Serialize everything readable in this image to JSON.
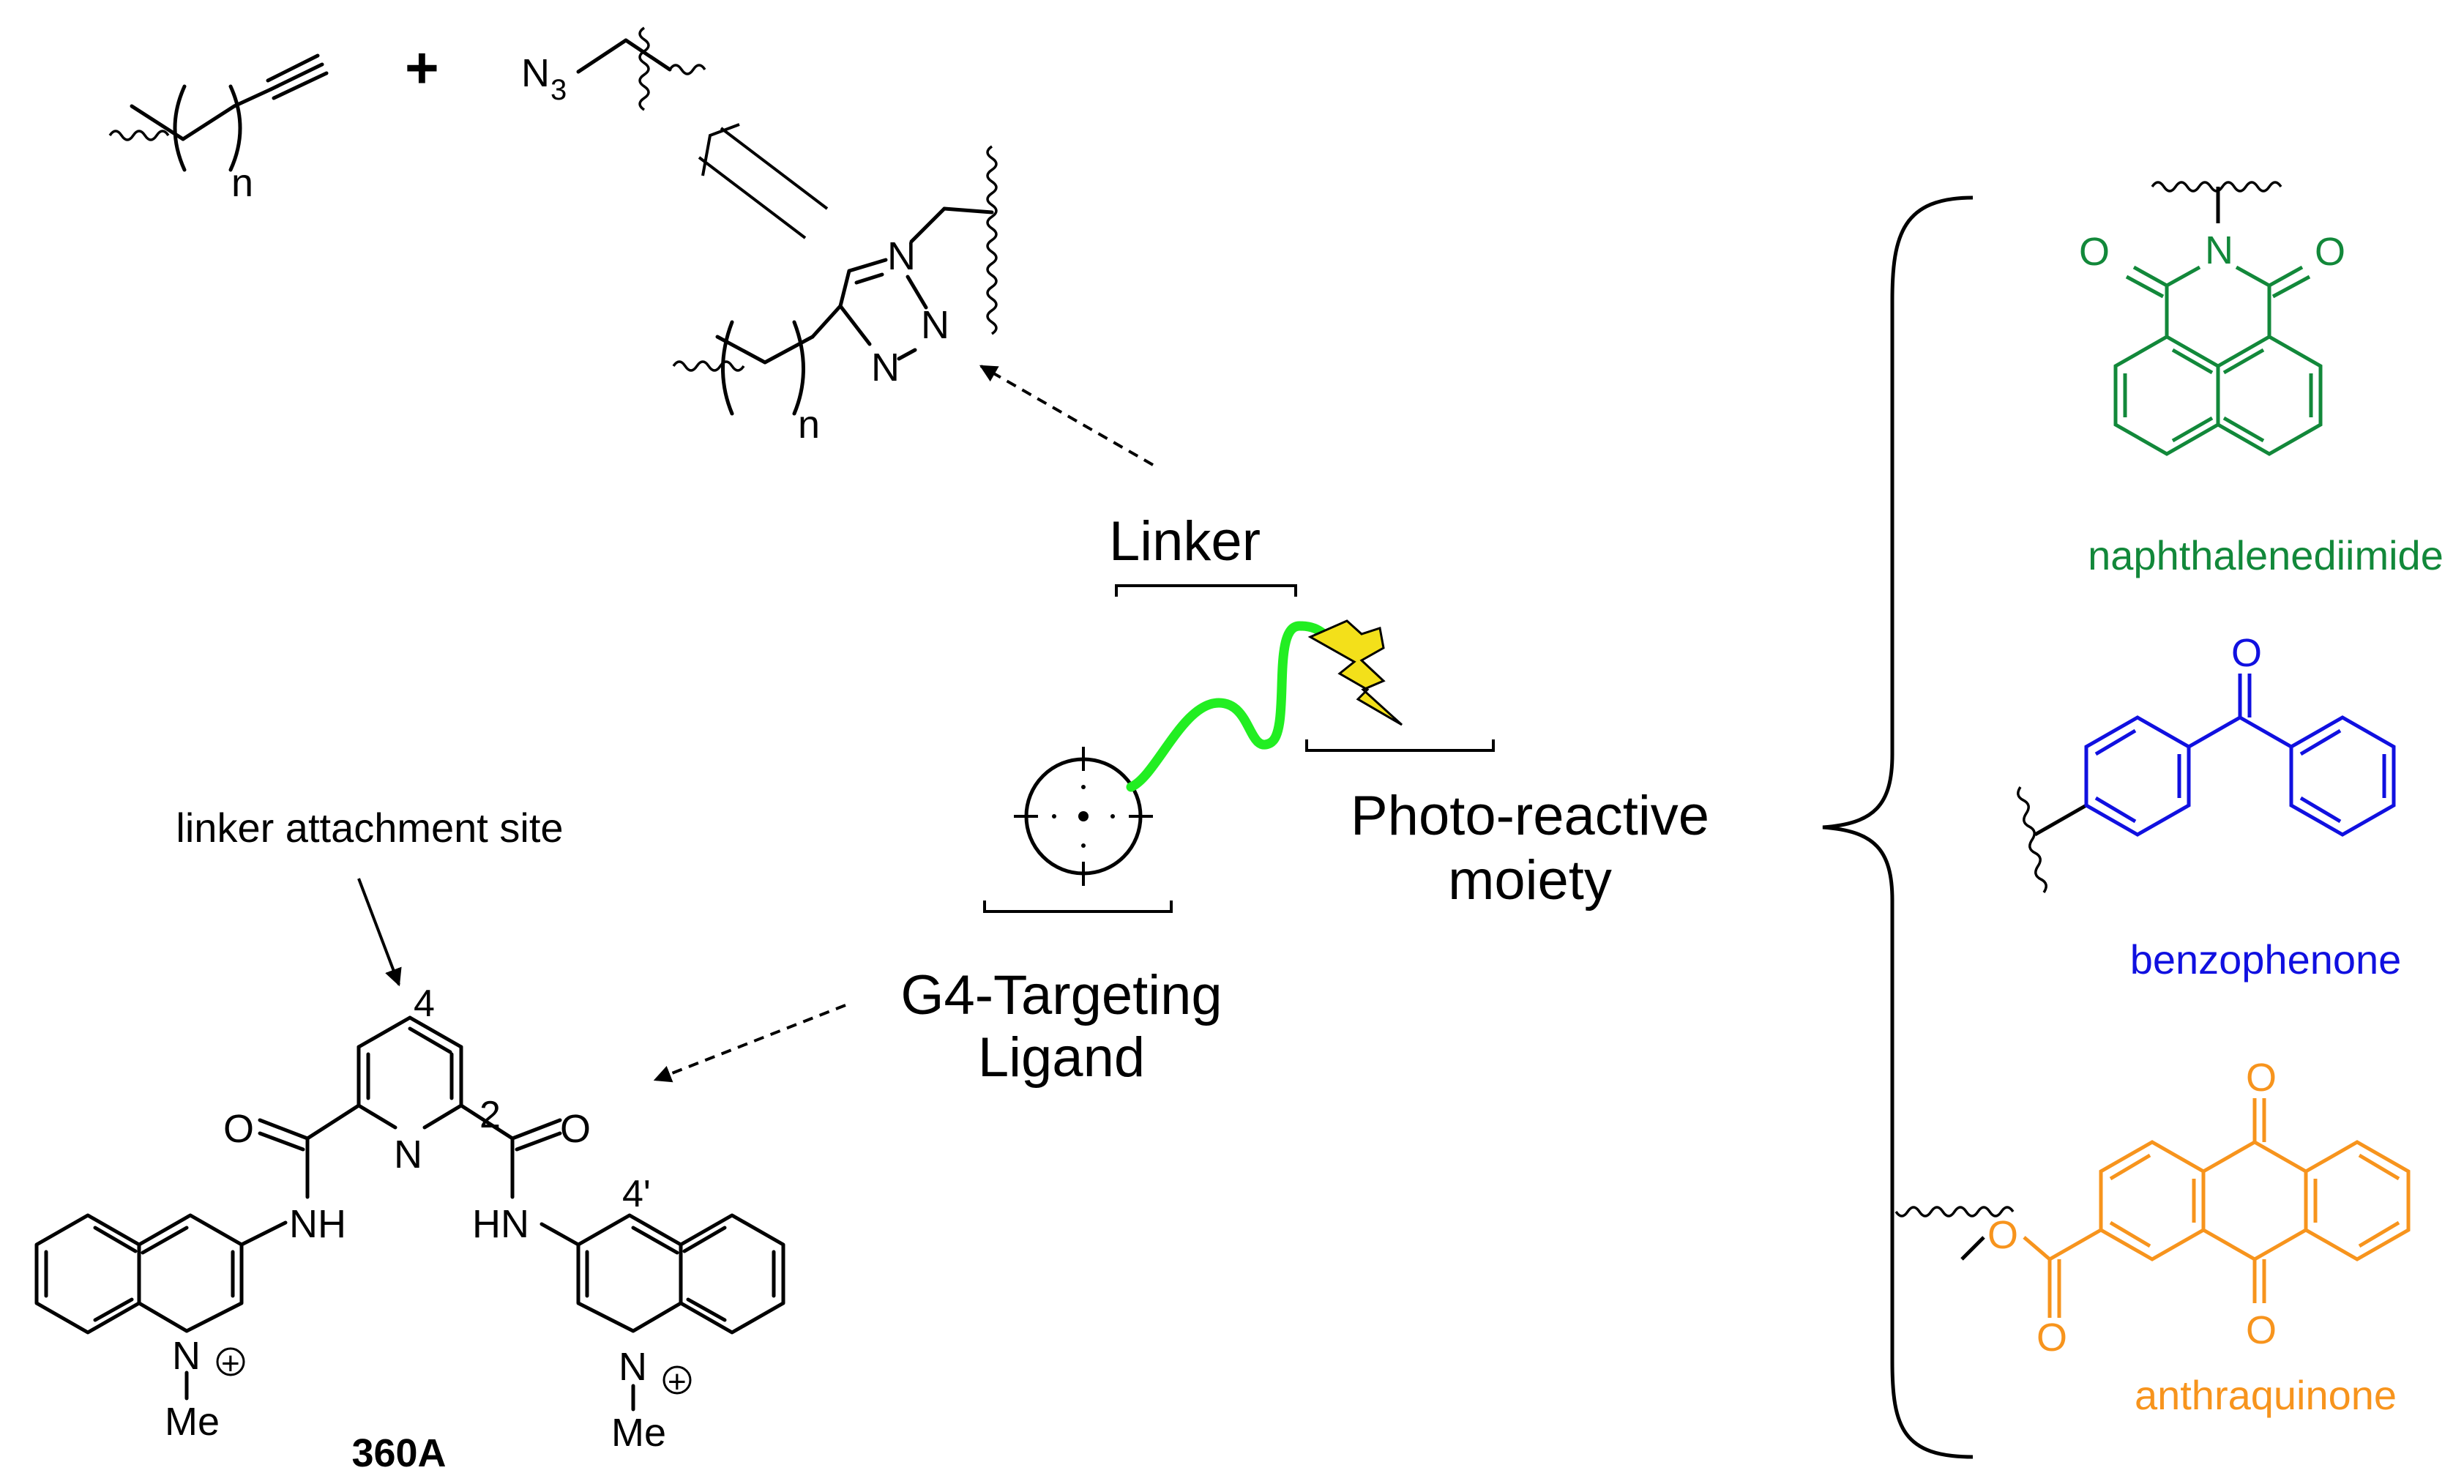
{
  "colors": {
    "naphthalenediimide": "#12883a",
    "benzophenone": "#1010e0",
    "anthraquinone": "#f7941d",
    "linker_green": "#22ee22",
    "lightning": "#f3e01a"
  },
  "reaction": {
    "alkyne_index": "n",
    "plus": "+",
    "azide": "N3",
    "azide_main": "N",
    "azide_sub": "3",
    "triazole_n1": "N",
    "triazole_n2": "N",
    "triazole_n3": "N",
    "triazole_index": "n"
  },
  "concept": {
    "linker_label": "Linker",
    "photo_line1": "Photo-reactive",
    "photo_line2": "moiety",
    "ligand_line1": "G4-Targeting",
    "ligand_line2": "Ligand"
  },
  "compound": {
    "annotation": "linker attachment site",
    "pos4": "4",
    "pos2": "2",
    "pos4prime": "4'",
    "o_left": "O",
    "o_right": "O",
    "n_pyridine": "N",
    "nh_left": "NH",
    "hn_right": "HN",
    "n_left": "N",
    "n_right": "N",
    "plus_symbol": "+",
    "me_left": "Me",
    "me_right": "Me",
    "id": "360A"
  },
  "photo_groups": {
    "ndi_name": "naphthalenediimide",
    "ndi_n": "N",
    "ndi_o1": "O",
    "ndi_o2": "O",
    "bp_name": "benzophenone",
    "bp_o": "O",
    "aq_name": "anthraquinone",
    "aq_o_top": "O",
    "aq_o_bottom": "O",
    "aq_o_ester": "O",
    "aq_o_carbonyl": "O"
  }
}
